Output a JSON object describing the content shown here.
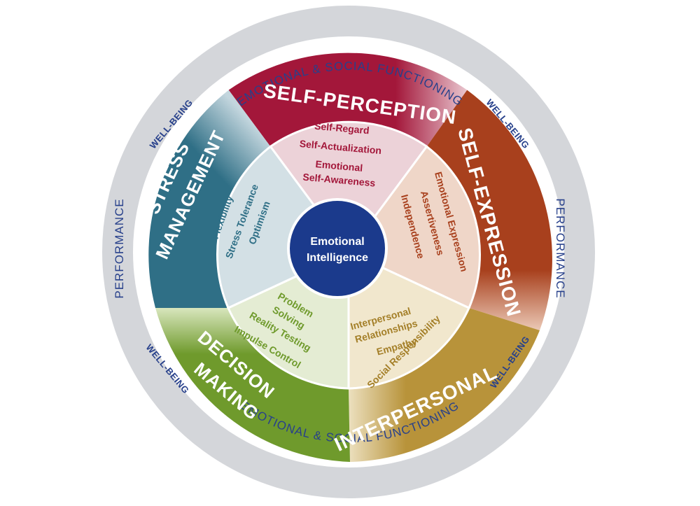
{
  "center": {
    "line1": "Emotional",
    "line2": "Intelligence"
  },
  "outer_ring": {
    "top": "EMOTIONAL & SOCIAL FUNCTIONING",
    "bottom": "EMOTIONAL & SOCIAL FUNCTIONING",
    "left": "PERFORMANCE",
    "right": "PERFORMANCE",
    "wellbeing_top_left": "WELL-BEING",
    "wellbeing_top_right": "WELL-BEING",
    "wellbeing_bottom_left": "WELL-BEING",
    "wellbeing_bottom_right": "WELL-BEING"
  },
  "composites": {
    "self_perception": {
      "title": "SELF-PERCEPTION",
      "color": "#a3173a",
      "items": [
        "Self-Regard",
        "Self-Actualization",
        "Emotional",
        "Self-Awareness"
      ]
    },
    "self_expression": {
      "title": "SELF-EXPRESSION",
      "color": "#a8401d",
      "items": [
        "Emotional Expression",
        "Assertiveness",
        "Independence"
      ]
    },
    "interpersonal": {
      "title": "INTERPERSONAL",
      "color": "#b8933a",
      "items": [
        "Interpersonal",
        "Relationships",
        "Empathy",
        "Social Responsibility"
      ]
    },
    "decision_making": {
      "title_line1": "DECISION",
      "title_line2": "MAKING",
      "color": "#6f9a2c",
      "items": [
        "Problem",
        "Solving",
        "Reality Testing",
        "Impulse Control"
      ]
    },
    "stress_management": {
      "title_line1": "STRESS",
      "title_line2": "MANAGEMENT",
      "color": "#2f6f86",
      "items": [
        "Flexibility",
        "Stress Tolerance",
        "Optimism"
      ]
    }
  },
  "colors": {
    "ring": "#d4d6da",
    "center": "#1b3a8c",
    "ring_text": "#27408b"
  }
}
